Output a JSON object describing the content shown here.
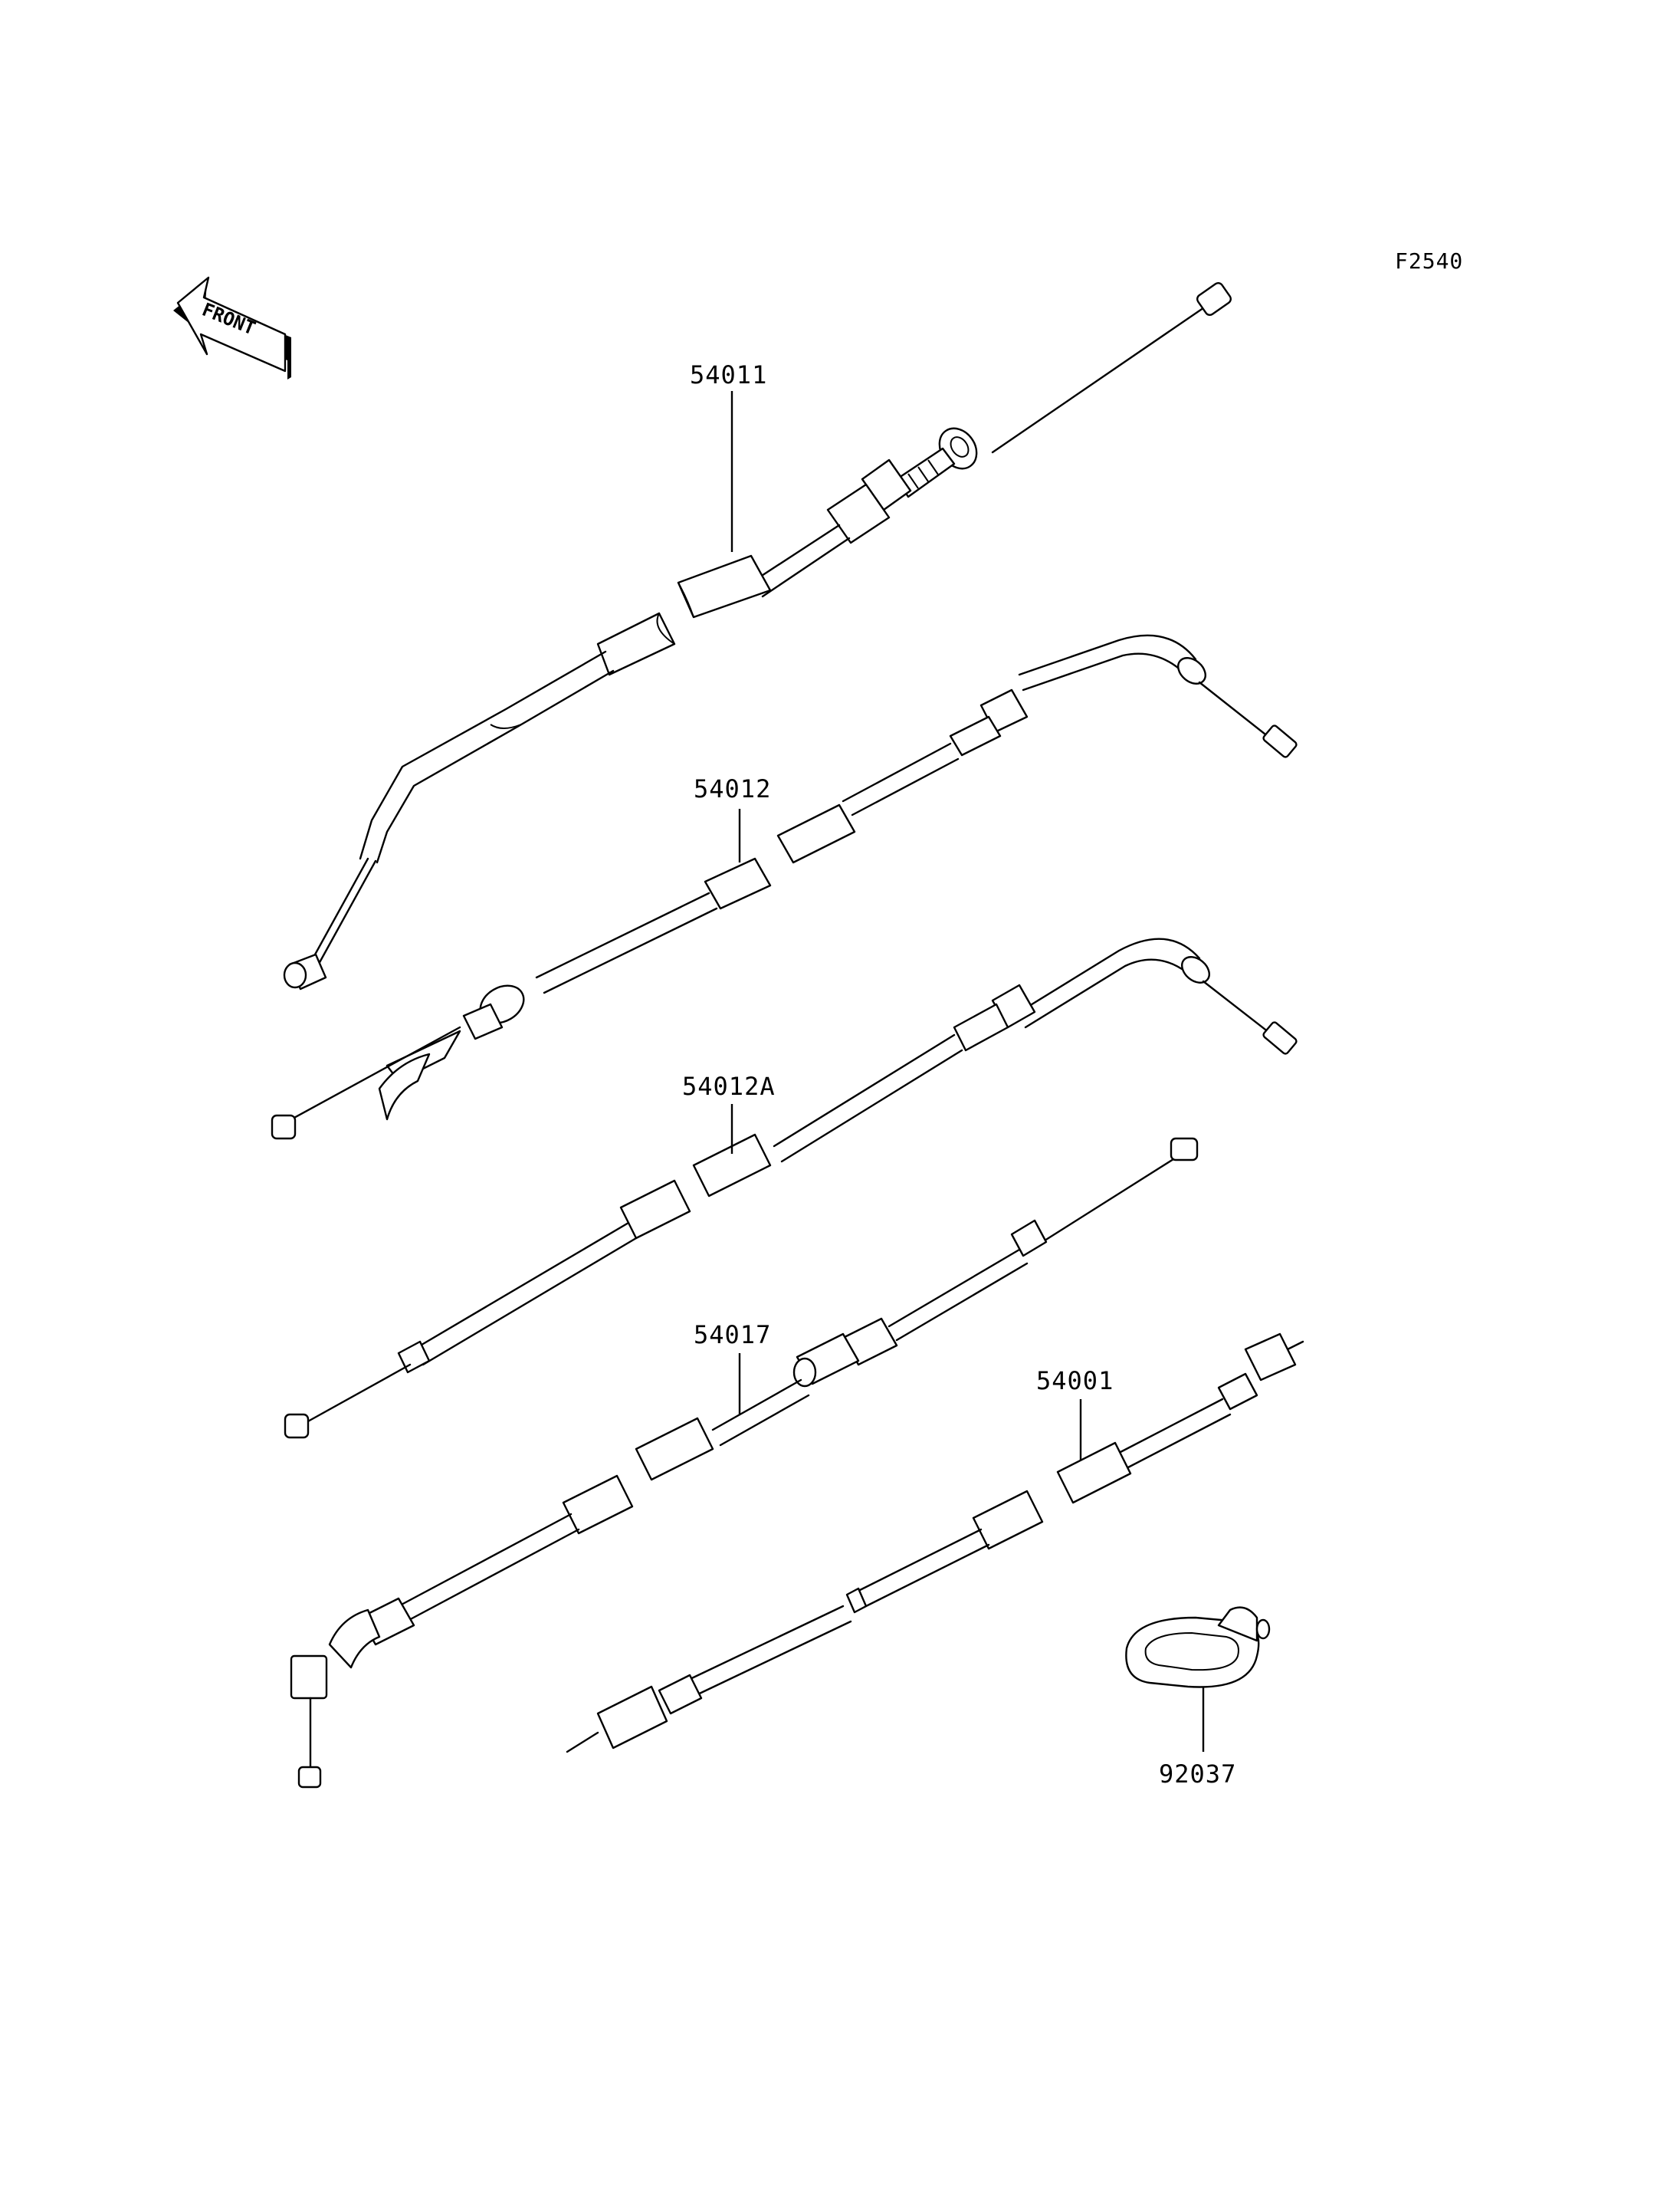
{
  "figure_code": "F2540",
  "front_marker": "FRONT",
  "parts": [
    {
      "id": "cable-54011",
      "label": "54011"
    },
    {
      "id": "cable-54012",
      "label": "54012"
    },
    {
      "id": "cable-54012a",
      "label": "54012A"
    },
    {
      "id": "cable-54017",
      "label": "54017"
    },
    {
      "id": "cable-54001",
      "label": "54001"
    },
    {
      "id": "grommet-92037",
      "label": "92037"
    }
  ]
}
